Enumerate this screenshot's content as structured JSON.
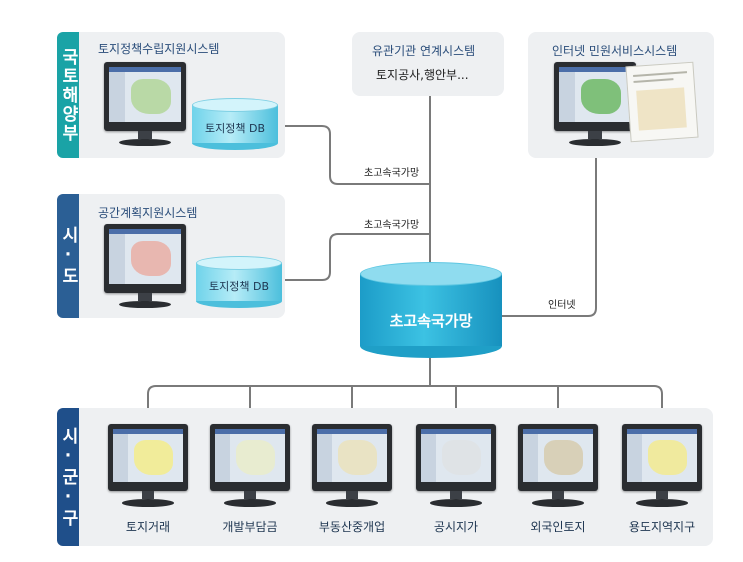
{
  "panels": {
    "ministry": {
      "tab": "국토해양부",
      "system_title": "토지정책수립지원시스템",
      "db_label": "토지정책 DB"
    },
    "province": {
      "tab": "시·도",
      "system_title": "공간계획지원시스템",
      "db_label": "토지정책 DB"
    },
    "related": {
      "title": "유관기관 연계시스템",
      "subtitle": "토지공사,행안부..."
    },
    "internet": {
      "title": "인터넷 민원서비스시스템"
    },
    "local": {
      "tab": "시·군·구",
      "monitors": [
        "토지거래",
        "개발부담금",
        "부동산중개업",
        "공시지가",
        "외국인토지",
        "용도지역지구"
      ]
    }
  },
  "center": {
    "label": "초고속국가망"
  },
  "connections": {
    "ministry_link": "초고속국가망",
    "province_link": "초고속국가망",
    "internet_link": "인터넷"
  },
  "colors": {
    "tab_ministry": "#1aa3a6",
    "tab_province": "#2b5f95",
    "tab_local": "#1f4f8a",
    "line": "#777777",
    "network": "#3ab5d6"
  }
}
